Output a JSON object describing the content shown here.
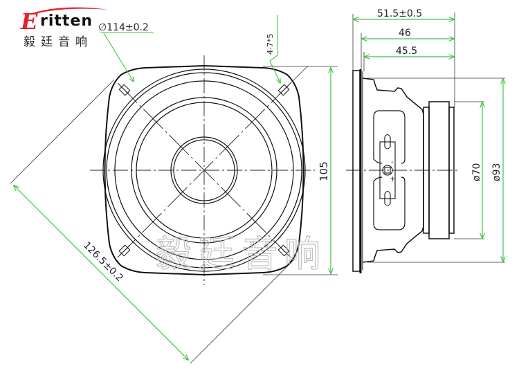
{
  "logo": {
    "brand_initial": "E",
    "brand_rest": "ritten",
    "chinese_name": "毅廷音响",
    "accent_color": "#e3242b"
  },
  "watermark": {
    "text": "毅廷音响"
  },
  "front_view": {
    "hole_spacing_label": "∅114±0.2",
    "mounting_holes_label": "4-7*5",
    "height_label": "105",
    "diagonal_label": "126.5±0.2"
  },
  "side_view": {
    "overall_depth_label": "51.5±0.5",
    "depth_46_label": "46",
    "depth_45_5_label": "45.5",
    "magnet_diameter_label": "ø70",
    "basket_diameter_label": "ø93",
    "terminal_minus": "-",
    "terminal_plus": "+"
  },
  "colors": {
    "dimension_line": "#3fc43f",
    "outline": "#111111",
    "thin_line": "#333333"
  }
}
